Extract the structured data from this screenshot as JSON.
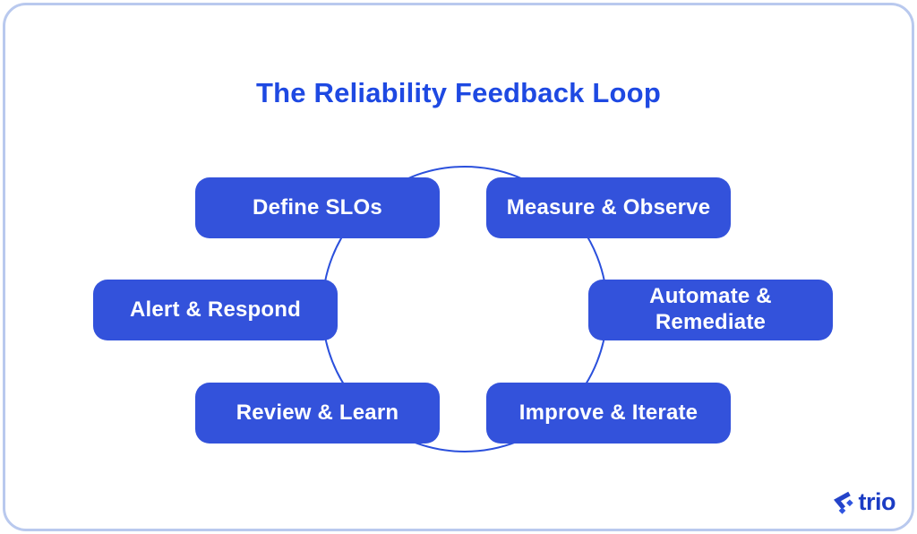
{
  "title": "The Reliability Feedback Loop",
  "diagram": {
    "shape": "circle-loop",
    "nodes": [
      {
        "id": "define-slos",
        "label": "Define SLOs"
      },
      {
        "id": "measure-observe",
        "label": "Measure & Observe"
      },
      {
        "id": "alert-respond",
        "label": "Alert & Respond"
      },
      {
        "id": "automate-remediate",
        "label": "Automate &\nRemediate"
      },
      {
        "id": "review-learn",
        "label": "Review & Learn"
      },
      {
        "id": "improve-iterate",
        "label": "Improve & Iterate"
      }
    ]
  },
  "branding": {
    "logo_text": "trio"
  },
  "colors": {
    "node_fill": "#3352DB",
    "node_text": "#FFFFFF",
    "title_text": "#1E49E2",
    "circle_stroke": "#2B50DC",
    "card_border": "#B9C9EE",
    "logo_text": "#1B3CC4",
    "logo_mark_dark": "#2443C9",
    "logo_mark_light": "#2F55E0"
  }
}
